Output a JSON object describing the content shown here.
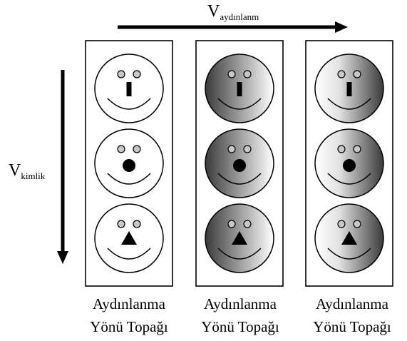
{
  "axes": {
    "horizontal": {
      "symbol": "V",
      "subscript": "aydınlanm"
    },
    "vertical": {
      "symbol": "V",
      "subscript": "kimlik"
    }
  },
  "columns": [
    {
      "id": "col-1",
      "shading": "none",
      "caption_line1": "Aydınlanma",
      "caption_line2": "Yönü Topağı"
    },
    {
      "id": "col-2",
      "shading": "dark-left",
      "caption_line1": "Aydınlanma",
      "caption_line2": "Yönü Topağı"
    },
    {
      "id": "col-3",
      "shading": "dark-right",
      "caption_line1": "Aydınlanma",
      "caption_line2": "Yönü Topağı"
    }
  ],
  "rows": [
    {
      "nose": "rectangle"
    },
    {
      "nose": "circle"
    },
    {
      "nose": "triangle"
    }
  ],
  "colors": {
    "stroke": "#000000",
    "eye_fill": "#c8c8c8",
    "shade_dark": "#3a3a3a",
    "shade_light": "#ffffff"
  }
}
